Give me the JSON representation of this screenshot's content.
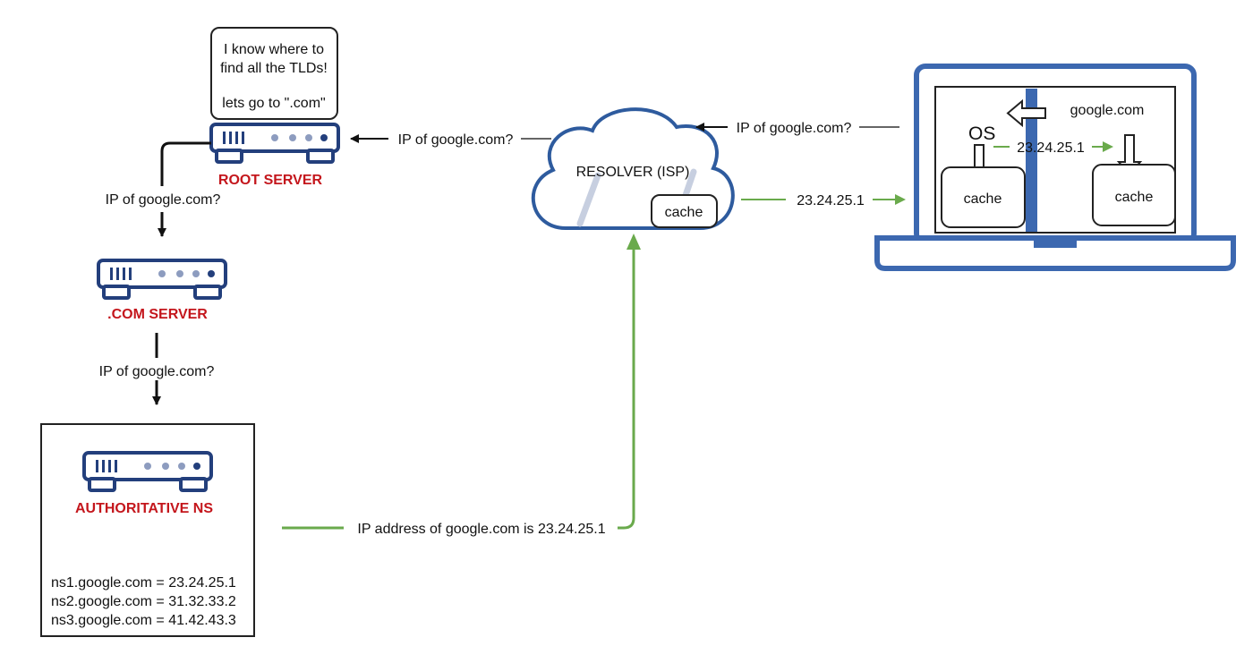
{
  "colors": {
    "server_blue": "#233f7c",
    "server_dots": "#8d9cbf",
    "label_red": "#c4161c",
    "arrow_green": "#6aaa4c",
    "arrow_gray": "#666666",
    "cloud_stroke": "#2e5b9e",
    "laptop_blue": "#3c68b0"
  },
  "bubble": {
    "line1": "I know where to",
    "line2": "find all the TLDs!",
    "line3": "lets go to \".com\""
  },
  "root_server": {
    "label": "ROOT SERVER",
    "icon": "server-icon"
  },
  "com_server": {
    "label": ".COM SERVER",
    "icon": "server-icon"
  },
  "authoritative": {
    "label": "AUTHORITATIVE NS",
    "icon": "server-icon",
    "records": [
      "ns1.google.com = 23.24.25.1",
      "ns2.google.com = 31.32.33.2",
      "ns3.google.com = 41.42.43.3"
    ]
  },
  "resolver": {
    "label": "RESOLVER (ISP)",
    "cache": "cache",
    "icon": "cloud-icon"
  },
  "laptop": {
    "icon": "laptop-icon",
    "os_label": "OS",
    "app_label": "google.com",
    "os_cache": "cache",
    "app_cache": "cache",
    "inner_ip": "23.24.25.1"
  },
  "arrows": {
    "laptop_to_resolver": "IP of google.com?",
    "resolver_to_root": "IP of google.com?",
    "root_to_com": "IP of google.com?",
    "com_to_auth": "IP of google.com?",
    "auth_to_resolver": "IP address of google.com is 23.24.25.1",
    "resolver_to_laptop": "23.24.25.1"
  }
}
